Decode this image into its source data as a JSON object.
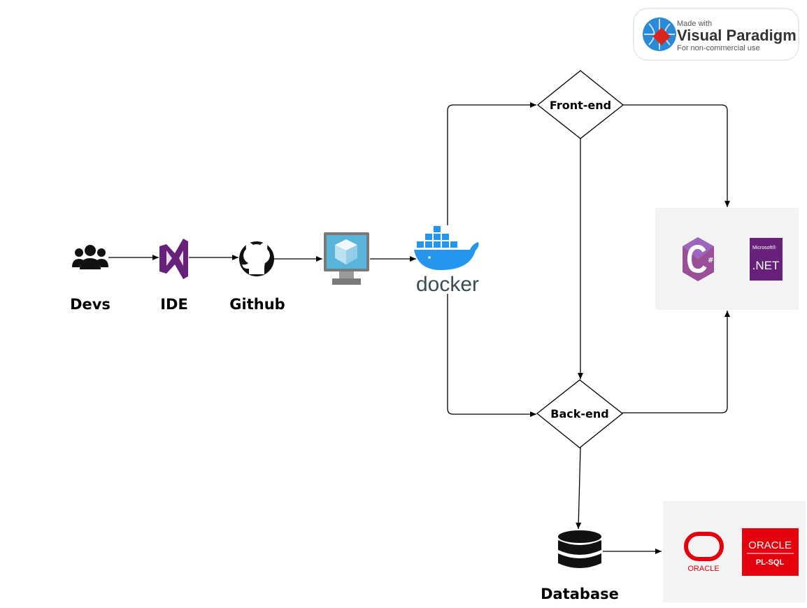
{
  "nodes": {
    "devs": "Devs",
    "ide": "IDE",
    "github": "Github",
    "docker": "docker",
    "database": "Database"
  },
  "decisions": {
    "frontend": "Front-end",
    "backend": "Back-end"
  },
  "tech_logos": {
    "dotnet_small": "Microsoft®",
    "dotnet_big": ".NET",
    "oracle": "ORACLE",
    "oracle_plsql_top": "ORACLE",
    "oracle_plsql_bottom": "PL-SQL"
  },
  "watermark": {
    "line1": "Made with",
    "line2": "Visual Paradigm",
    "line3": "For non-commercial use"
  },
  "colors": {
    "ide_purple": "#68217a",
    "dotnet_purple": "#68217a",
    "csharp_purple": "#9b4f96",
    "azure_blue": "#59b4d9",
    "docker_blue": "#2496ed",
    "oracle_red": "#e5000e",
    "panel_gray": "#f3f3f3"
  },
  "icons": [
    "users-icon",
    "visual-studio-icon",
    "github-icon",
    "azure-vm-icon",
    "docker-icon",
    "csharp-icon",
    "dotnet-icon",
    "database-icon",
    "oracle-icon",
    "oracle-plsql-icon",
    "visual-paradigm-logo"
  ]
}
